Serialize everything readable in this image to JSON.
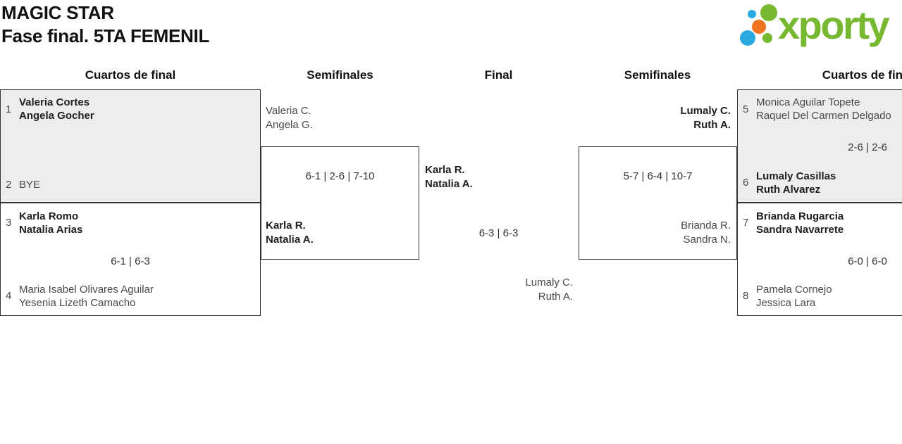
{
  "page": {
    "title": "MAGIC STAR",
    "subtitle": "Fase final. 5TA FEMENIL"
  },
  "logo": {
    "brand": "xporty"
  },
  "rounds": {
    "qf_left": "Cuartos de final",
    "sf_left": "Semifinales",
    "final": "Final",
    "sf_right": "Semifinales",
    "qf_right": "Cuartos de final"
  },
  "matches": {
    "qf1": {
      "seed_top": "1",
      "team_top_1": "Valeria Cortes",
      "team_top_2": "Angela Gocher",
      "seed_bottom": "2",
      "team_bottom_1": "BYE"
    },
    "qf2": {
      "seed_top": "3",
      "team_top_1": "Karla Romo",
      "team_top_2": "Natalia Arias",
      "score": "6-1 | 6-3",
      "seed_bottom": "4",
      "team_bottom_1": "Maria Isabel Olivares Aguilar",
      "team_bottom_2": "Yesenia Lizeth Camacho"
    },
    "sf1": {
      "team_top_1": "Valeria C.",
      "team_top_2": "Angela G.",
      "score": "6-1 | 2-6 | 7-10",
      "team_bottom_1": "Karla R.",
      "team_bottom_2": "Natalia A."
    },
    "final": {
      "team_top_1": "Karla R.",
      "team_top_2": "Natalia A.",
      "score": "6-3 | 6-3",
      "team_bottom_1": "Lumaly C.",
      "team_bottom_2": "Ruth A."
    },
    "sf2": {
      "team_top_1": "Lumaly C.",
      "team_top_2": "Ruth A.",
      "score": "5-7 | 6-4 | 10-7",
      "team_bottom_1": "Brianda R.",
      "team_bottom_2": "Sandra N."
    },
    "qf3": {
      "seed_top": "5",
      "team_top_1": "Monica Aguilar Topete",
      "team_top_2": "Raquel Del Carmen Delgado",
      "score": "2-6 | 2-6",
      "seed_bottom": "6",
      "team_bottom_1": "Lumaly Casillas",
      "team_bottom_2": "Ruth Alvarez"
    },
    "qf4": {
      "seed_top": "7",
      "team_top_1": "Brianda Rugarcia",
      "team_top_2": "Sandra Navarrete",
      "score": "6-0 | 6-0",
      "seed_bottom": "8",
      "team_bottom_1": "Pamela Cornejo",
      "team_bottom_2": "Jessica Lara"
    }
  },
  "colors": {
    "brand_green": "#76b82f",
    "brand_blue": "#29abe2",
    "brand_orange": "#f0751f",
    "shaded_box": "#ededed",
    "border": "#333333"
  }
}
